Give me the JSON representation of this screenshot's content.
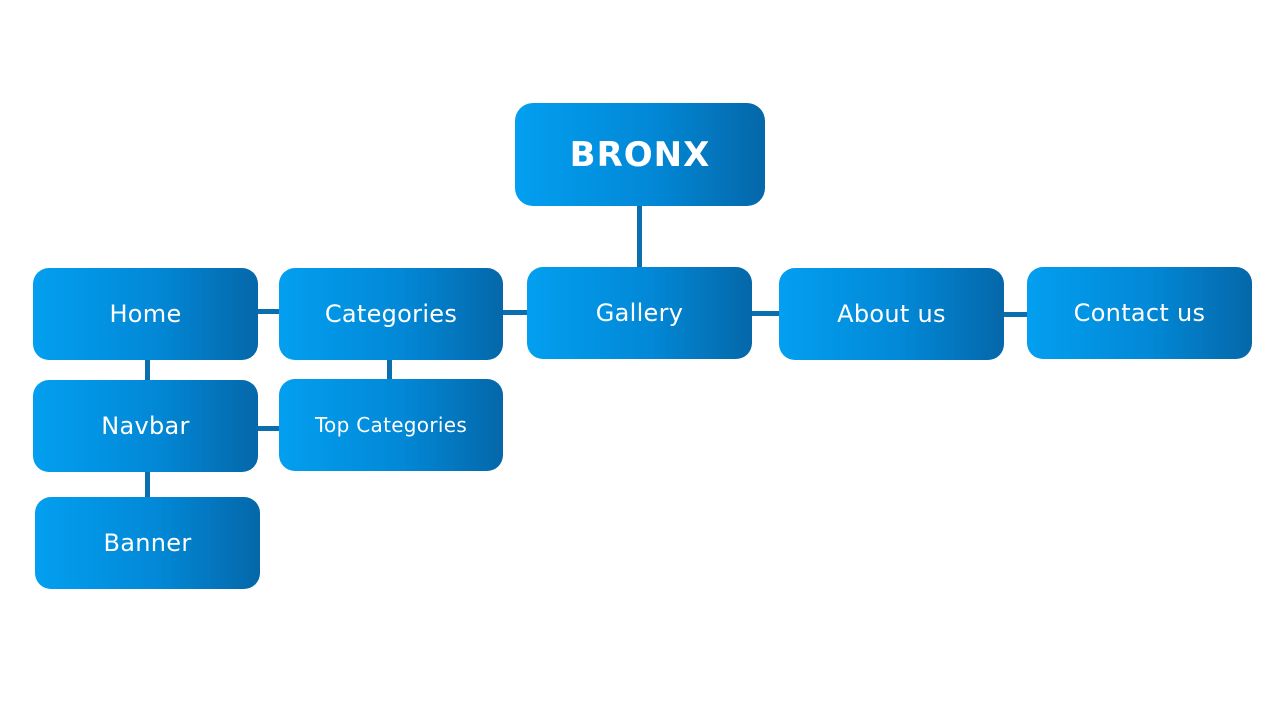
{
  "diagram": {
    "root": {
      "label": "BRONX"
    },
    "nodes": {
      "home": {
        "label": "Home"
      },
      "categories": {
        "label": "Categories"
      },
      "gallery": {
        "label": "Gallery"
      },
      "about": {
        "label": "About us"
      },
      "contact": {
        "label": "Contact us"
      },
      "navbar": {
        "label": "Navbar"
      },
      "top_categories": {
        "label": "Top Categories"
      },
      "banner": {
        "label": "Banner"
      }
    }
  },
  "colors": {
    "node_gradient_start": "#039ff0",
    "node_gradient_end": "#0567a9",
    "connector": "#0b6fae",
    "text": "#ffffff",
    "background": "#ffffff"
  }
}
